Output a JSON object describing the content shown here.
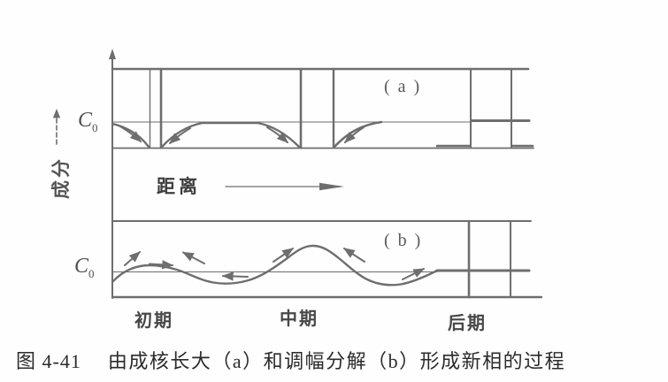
{
  "colors": {
    "ink": "#6e6e6e",
    "text": "#2b2b2b"
  },
  "axes": {
    "y_label": "成分",
    "x_label": "距离",
    "c0_base": "C",
    "c0_sub": "0"
  },
  "panels": {
    "a_label": "( a )",
    "b_label": "( b )"
  },
  "stages": {
    "early": "初期",
    "middle": "中期",
    "late": "后期"
  },
  "caption": {
    "prefix": "图  4-41",
    "text": "由成核长大（a）和调幅分解（b）形成新相的过程"
  }
}
